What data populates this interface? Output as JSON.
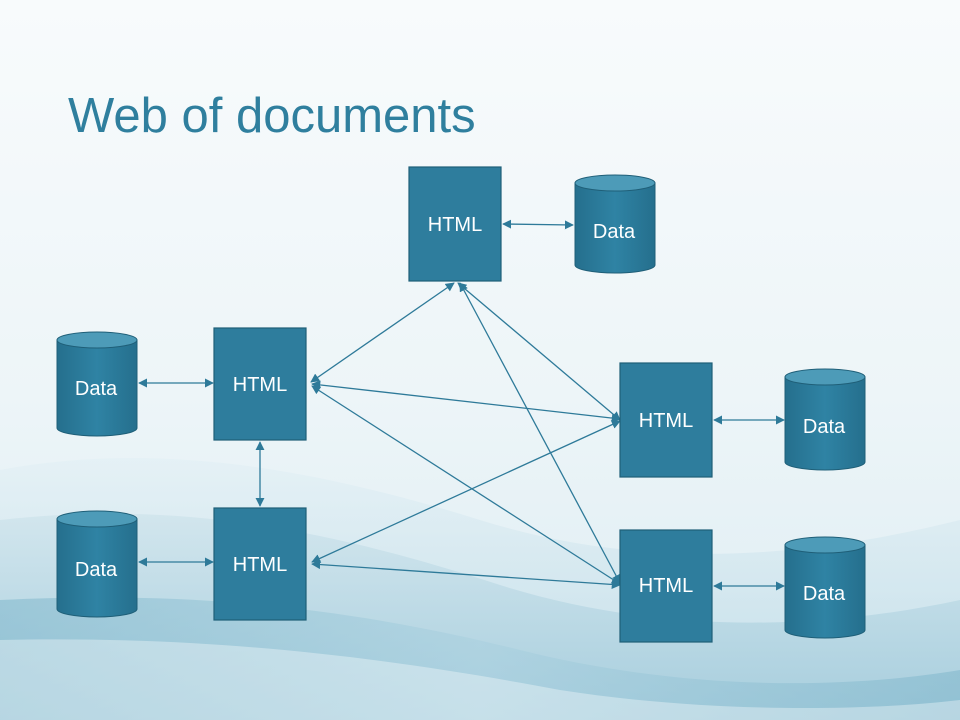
{
  "slide": {
    "title": "Web of documents"
  },
  "colors": {
    "title": "#2f7f9e",
    "node_fill": "#2e7d9d",
    "node_stroke": "#1f5f78",
    "cylinder_top": "#4d9bb8",
    "edge": "#2e7a99",
    "background_top": "#f7fbfc",
    "background_wave": "#bcd9e5"
  },
  "diagram": {
    "html_nodes": [
      {
        "id": "html-top",
        "label": "HTML"
      },
      {
        "id": "html-left-upper",
        "label": "HTML"
      },
      {
        "id": "html-left-lower",
        "label": "HTML"
      },
      {
        "id": "html-right-upper",
        "label": "HTML"
      },
      {
        "id": "html-right-lower",
        "label": "HTML"
      }
    ],
    "data_stores": [
      {
        "id": "data-top",
        "label": "Data"
      },
      {
        "id": "data-left-upper",
        "label": "Data"
      },
      {
        "id": "data-left-lower",
        "label": "Data"
      },
      {
        "id": "data-right-upper",
        "label": "Data"
      },
      {
        "id": "data-right-lower",
        "label": "Data"
      }
    ],
    "connections": [
      {
        "from": "html-top",
        "to": "data-top",
        "type": "bidirectional"
      },
      {
        "from": "html-left-upper",
        "to": "data-left-upper",
        "type": "bidirectional"
      },
      {
        "from": "html-left-lower",
        "to": "data-left-lower",
        "type": "bidirectional"
      },
      {
        "from": "html-right-upper",
        "to": "data-right-upper",
        "type": "bidirectional"
      },
      {
        "from": "html-right-lower",
        "to": "data-right-lower",
        "type": "bidirectional"
      },
      {
        "from": "html-left-upper",
        "to": "html-left-lower",
        "type": "bidirectional"
      },
      {
        "from": "html-left-upper",
        "to": "html-top",
        "type": "bidirectional"
      },
      {
        "from": "html-top",
        "to": "html-right-upper",
        "type": "bidirectional"
      },
      {
        "from": "html-top",
        "to": "html-right-lower",
        "type": "bidirectional"
      },
      {
        "from": "html-left-upper",
        "to": "html-right-upper",
        "type": "bidirectional"
      },
      {
        "from": "html-left-upper",
        "to": "html-right-lower",
        "type": "bidirectional"
      },
      {
        "from": "html-left-lower",
        "to": "html-right-upper",
        "type": "bidirectional"
      },
      {
        "from": "html-left-lower",
        "to": "html-right-lower",
        "type": "bidirectional"
      }
    ]
  }
}
